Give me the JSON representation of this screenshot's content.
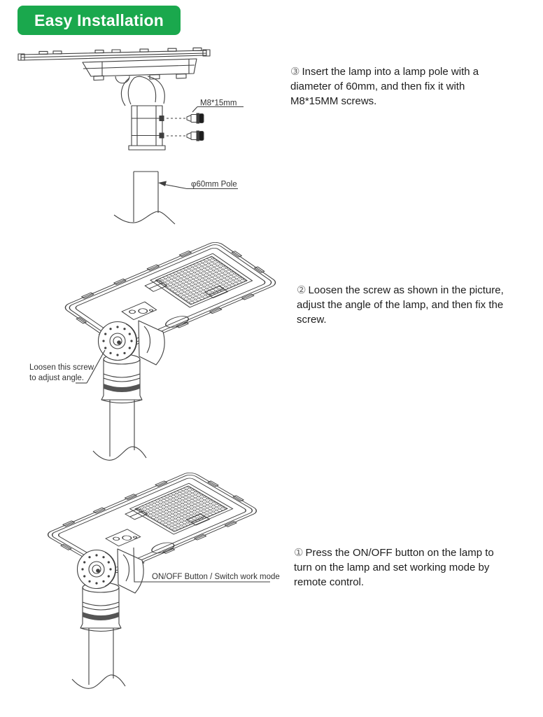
{
  "banner": {
    "label": "Easy Installation",
    "bg_color": "#1aa84d",
    "text_color": "#ffffff"
  },
  "steps": {
    "step3": {
      "num": "③",
      "text": "Insert the lamp into a lamp pole with a diameter of 60mm, and then fix it with M8*15MM screws."
    },
    "step2": {
      "num": "②",
      "text": "Loosen the screw as shown in the picture, adjust the angle of the lamp, and then fix the screw."
    },
    "step1": {
      "num": "①",
      "text": "Press the ON/OFF button on the lamp to turn on the lamp and set working mode by remote control."
    }
  },
  "labels": {
    "screw_spec": "M8*15mm",
    "pole_spec": "φ60mm Pole",
    "adjust_line1": "Loosen this screw",
    "adjust_line2": "to adjust angle.",
    "onoff": "ON/OFF Button / Switch work mode"
  },
  "colors": {
    "line_ink": "#3f3f3f",
    "body_text": "#1d1d1d"
  }
}
